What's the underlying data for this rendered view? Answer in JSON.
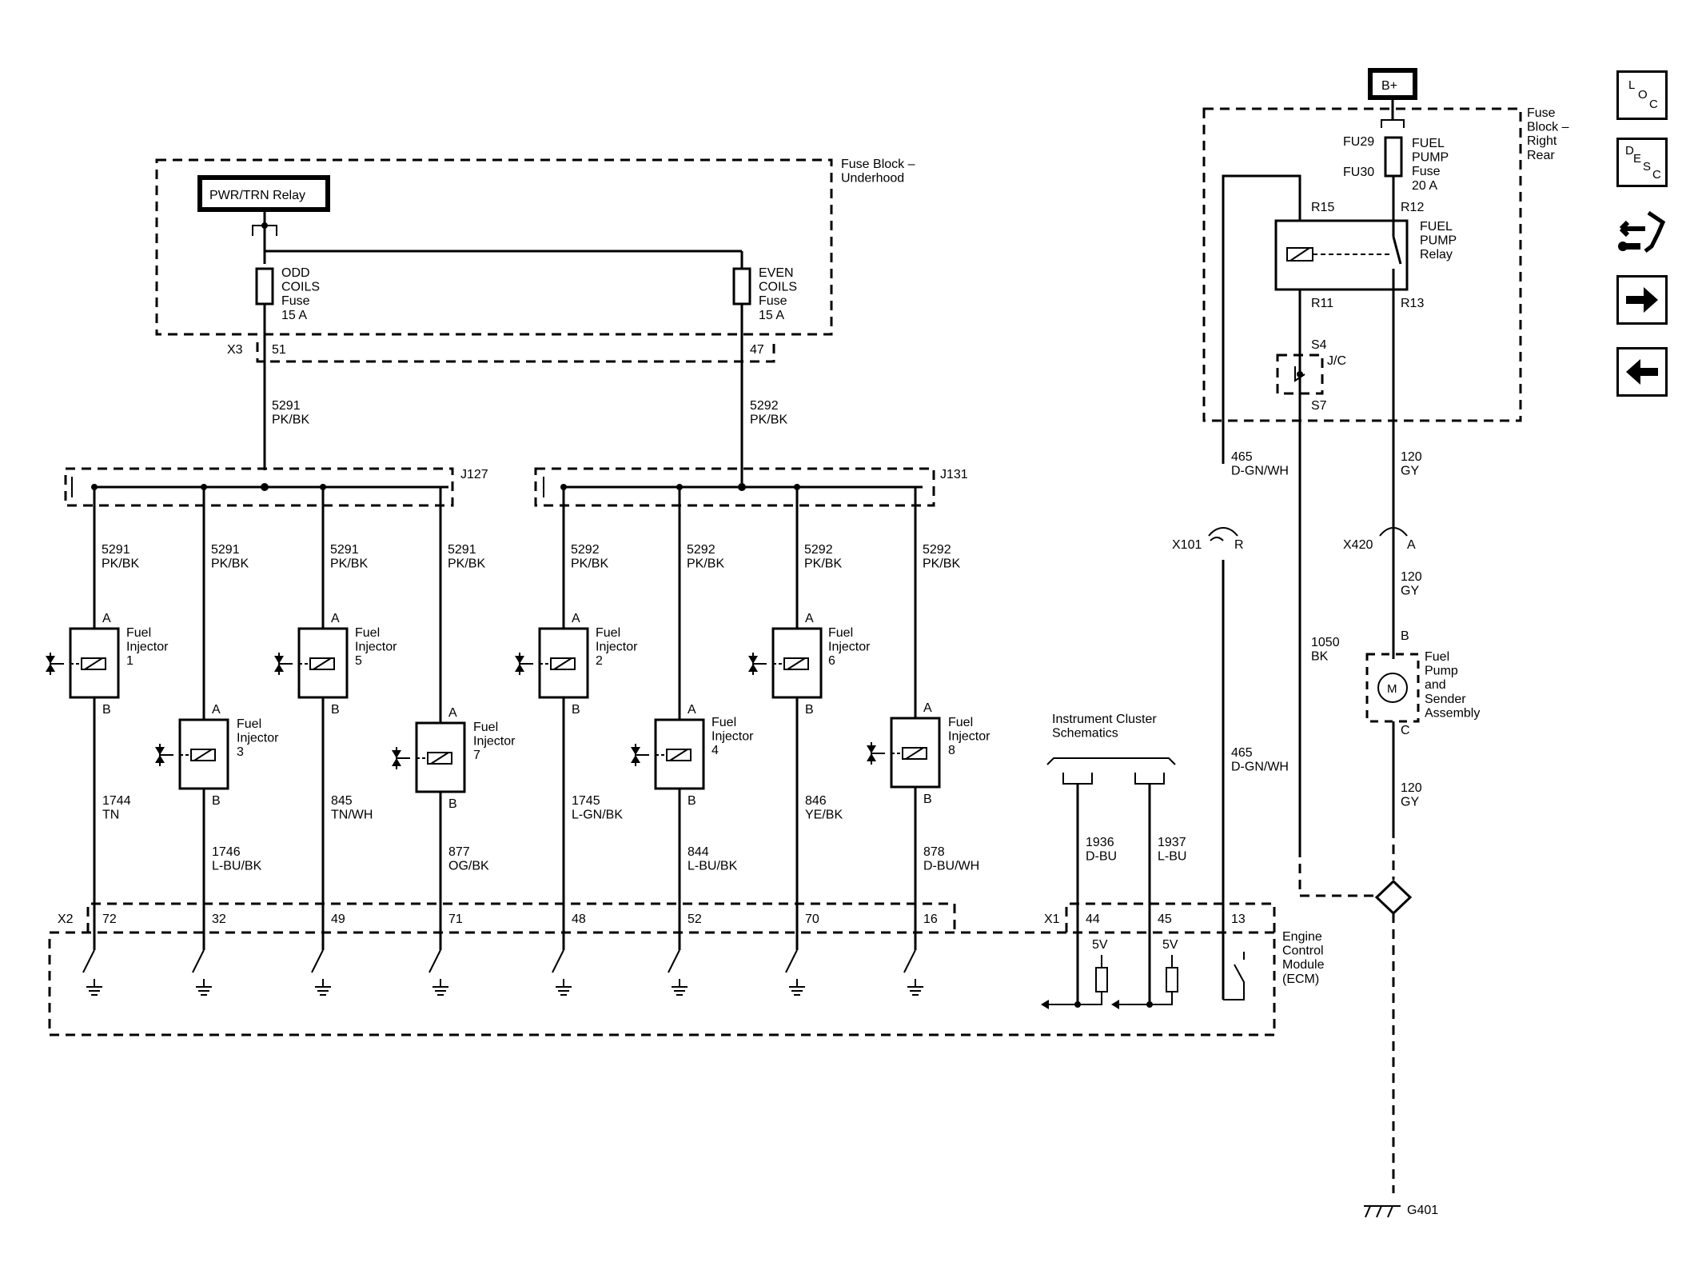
{
  "fuse_block_underhood": {
    "title": "Fuse Block –\nUnderhood",
    "relay": "PWR/TRN Relay",
    "odd_fuse": "ODD\nCOILS\nFuse\n15 A",
    "even_fuse": "EVEN\nCOILS\nFuse\n15 A",
    "connector": "X3",
    "pin_odd": "51",
    "pin_even": "47"
  },
  "feed_wires": {
    "odd": "5291\nPK/BK",
    "even": "5292\nPK/BK"
  },
  "splices": {
    "odd": "J127",
    "even": "J131"
  },
  "injectors": [
    {
      "supply": "5291\nPK/BK",
      "label": "Fuel\nInjector\n1",
      "pin_a": "A",
      "pin_b": "B",
      "return": "1744\nTN",
      "ecm_pin": "72"
    },
    {
      "supply": "5291\nPK/BK",
      "label": "Fuel\nInjector\n3",
      "pin_a": "A",
      "pin_b": "B",
      "return": "1746\nL-BU/BK",
      "ecm_pin": "32"
    },
    {
      "supply": "5291\nPK/BK",
      "label": "Fuel\nInjector\n5",
      "pin_a": "A",
      "pin_b": "B",
      "return": "845\nTN/WH",
      "ecm_pin": "49"
    },
    {
      "supply": "5291\nPK/BK",
      "label": "Fuel\nInjector\n7",
      "pin_a": "A",
      "pin_b": "B",
      "return": "877\nOG/BK",
      "ecm_pin": "71"
    },
    {
      "supply": "5292\nPK/BK",
      "label": "Fuel\nInjector\n2",
      "pin_a": "A",
      "pin_b": "B",
      "return": "1745\nL-GN/BK",
      "ecm_pin": "48"
    },
    {
      "supply": "5292\nPK/BK",
      "label": "Fuel\nInjector\n4",
      "pin_a": "A",
      "pin_b": "B",
      "return": "844\nL-BU/BK",
      "ecm_pin": "52"
    },
    {
      "supply": "5292\nPK/BK",
      "label": "Fuel\nInjector\n6",
      "pin_a": "A",
      "pin_b": "B",
      "return": "846\nYE/BK",
      "ecm_pin": "70"
    },
    {
      "supply": "5292\nPK/BK",
      "label": "Fuel\nInjector\n8",
      "pin_a": "A",
      "pin_b": "B",
      "return": "878\nD-BU/WH",
      "ecm_pin": "16"
    }
  ],
  "ecm": {
    "title": "Engine\nControl\nModule\n(ECM)",
    "connector_x2": "X2",
    "connector_x1": "X1",
    "pin_44": "44",
    "pin_45": "45",
    "pin_13": "13",
    "volts_1": "5V",
    "volts_2": "5V"
  },
  "instrument_cluster": {
    "title": "Instrument Cluster\nSchematics",
    "wire_1": "1936\nD-BU",
    "wire_2": "1937\nL-BU"
  },
  "fuse_block_rear": {
    "title": "Fuse\nBlock –\nRight\nRear",
    "battery": "B+",
    "fu29": "FU29",
    "fu30": "FU30",
    "fuse": "FUEL\nPUMP\nFuse\n20 A",
    "r15": "R15",
    "r12": "R12",
    "r11": "R11",
    "r13": "R13",
    "relay": "FUEL\nPUMP\nRelay",
    "s4": "S4",
    "jc": "J/C",
    "s7": "S7"
  },
  "pump_circuit": {
    "wire_465_top": "465\nD-GN/WH",
    "wire_120_top": "120\nGY",
    "x101": "X101",
    "x101_pin": "R",
    "x420": "X420",
    "x420_pin": "A",
    "wire_120_mid": "120\nGY",
    "pin_b": "B",
    "pump_label": "Fuel\nPump\nand\nSender\nAssembly",
    "motor": "M",
    "pin_c": "C",
    "wire_1050": "1050\nBK",
    "wire_465_bottom": "465\nD-GN/WH",
    "wire_120_bottom": "120\nGY",
    "ground": "G401"
  },
  "nav": {
    "loc": [
      "L",
      "O",
      "C"
    ],
    "desc": [
      "D",
      "E",
      "S",
      "C"
    ],
    "tool_icon": "connector-tool-icon",
    "next_icon": "arrow-right-icon",
    "prev_icon": "arrow-left-icon"
  }
}
